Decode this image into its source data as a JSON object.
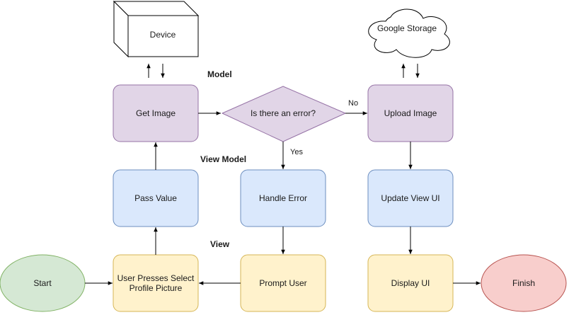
{
  "sections": {
    "model": "Model",
    "view_model": "View Model",
    "view": "View"
  },
  "nodes": {
    "device": "Device",
    "google_storage": "Google Storage",
    "get_image": "Get Image",
    "decision": "Is there an error?",
    "upload_image": "Upload Image",
    "pass_value": "Pass Value",
    "handle_error": "Handle Error",
    "update_view_ui": "Update View UI",
    "start": "Start",
    "select_picture_line1": "User Presses Select",
    "select_picture_line2": "Profile Picture",
    "prompt_user": "Prompt User",
    "display_ui": "Display UI",
    "finish": "Finish"
  },
  "edge_labels": {
    "no": "No",
    "yes": "Yes"
  },
  "colors": {
    "model_fill": "#e1d5e7",
    "model_stroke": "#9673a6",
    "viewmodel_fill": "#dae8fc",
    "viewmodel_stroke": "#6c8ebf",
    "view_fill": "#fff2cc",
    "view_stroke": "#d6b656",
    "start_fill": "#d5e8d4",
    "start_stroke": "#82b366",
    "finish_fill": "#f8cecc",
    "finish_stroke": "#b85450"
  }
}
